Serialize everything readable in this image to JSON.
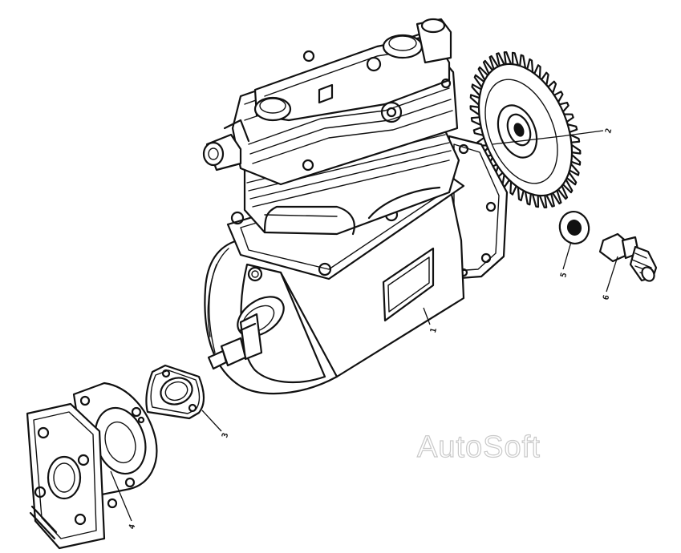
{
  "watermark": "AutoSoft",
  "callouts": [
    {
      "id": "1",
      "label": "1"
    },
    {
      "id": "2",
      "label": "2"
    },
    {
      "id": "3",
      "label": "3"
    },
    {
      "id": "4",
      "label": "4"
    },
    {
      "id": "5",
      "label": "5"
    },
    {
      "id": "6",
      "label": "6"
    }
  ],
  "colors": {
    "ink": "#111111",
    "background": "#ffffff",
    "watermark": "#c9c9c9"
  }
}
